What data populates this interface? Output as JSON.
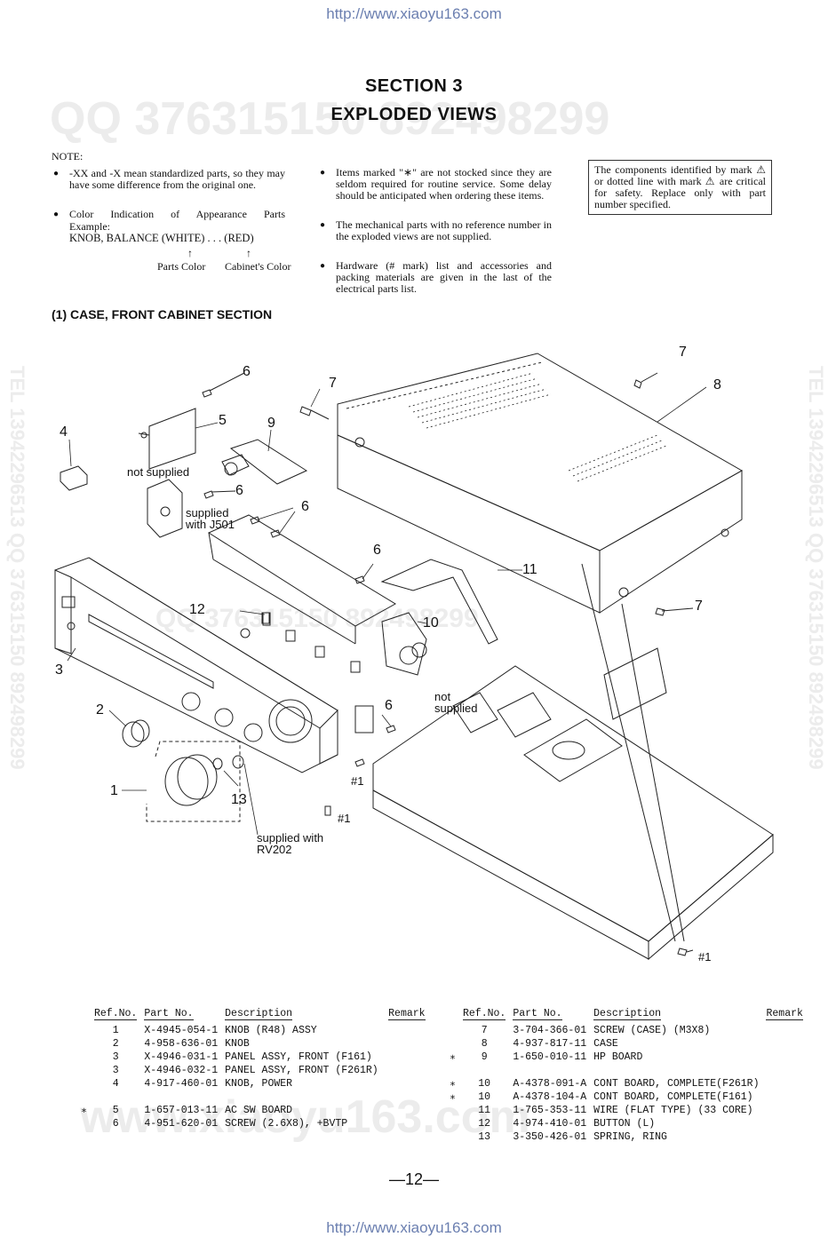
{
  "header_url": "http://www.xiaoyu163.com",
  "footer_url": "http://www.xiaoyu163.com",
  "watermarks": {
    "qq_top": "QQ 376315150  892498299",
    "qq_mid": "QQ 376315150  892498299",
    "tel_side": "TEL 13942296513  QQ 376315150  892498299",
    "bottom": "www.xiaoyu163.com"
  },
  "section": {
    "line1": "SECTION  3",
    "line2": "EXPLODED  VIEWS"
  },
  "notes": {
    "label": "NOTE:",
    "left": [
      "-XX and -X mean standardized parts, so they may have some difference from the original one.",
      "Color Indication of Appearance Parts"
    ],
    "example_label": "Example:",
    "example_line": "KNOB, BALANCE (WHITE) . . . (RED)",
    "arrow1": "↑",
    "arrow2": "↑",
    "parts_color": "Parts Color",
    "cabinet_color": "Cabinet's Color",
    "middle": [
      "Items marked \"∗\" are not stocked since they are seldom required for routine service. Some delay should be anticipated when ordering these items.",
      "The mechanical parts with no reference number in the exploded views are not supplied.",
      "Hardware (# mark) list and accessories and packing materials are given in the last of the electrical parts list."
    ],
    "safety": "The components identified by mark ⚠ or dotted line with mark ⚠ are critical for safety. Replace only with part number specified."
  },
  "subsection": "(1)  CASE, FRONT CABINET SECTION",
  "diagram": {
    "callouts": [
      "6",
      "5",
      "9",
      "4",
      "7",
      "8",
      "6",
      "6",
      "12",
      "10",
      "11",
      "6",
      "3",
      "2",
      "1",
      "13",
      "7",
      "6",
      "7"
    ],
    "labels": {
      "not_supplied_1": "not supplied",
      "supplied_j501_a": "supplied",
      "supplied_j501_b": "with J501",
      "not_supplied_2a": "not",
      "not_supplied_2b": "supplied",
      "supplied_rv202_a": "supplied with",
      "supplied_rv202_b": "RV202",
      "hw1": "#1",
      "hw2": "#1",
      "hw3": "#1"
    }
  },
  "table": {
    "headers": {
      "ref": "Ref.No.",
      "part": "Part No.",
      "desc": "Description",
      "remark": "Remark"
    },
    "left": [
      {
        "mark": "",
        "ref": "1",
        "part": "X-4945-054-1",
        "desc": "KNOB (R48) ASSY"
      },
      {
        "mark": "",
        "ref": "2",
        "part": "4-958-636-01",
        "desc": "KNOB"
      },
      {
        "mark": "",
        "ref": "3",
        "part": "X-4946-031-1",
        "desc": "PANEL ASSY,  FRONT (F161)"
      },
      {
        "mark": "",
        "ref": "3",
        "part": "X-4946-032-1",
        "desc": "PANEL ASSY,  FRONT (F261R)"
      },
      {
        "mark": "",
        "ref": "4",
        "part": "4-917-460-01",
        "desc": "KNOB,  POWER"
      },
      {
        "mark": "",
        "ref": "",
        "part": "",
        "desc": ""
      },
      {
        "mark": "∗",
        "ref": "5",
        "part": "1-657-013-11",
        "desc": "AC SW BOARD"
      },
      {
        "mark": "",
        "ref": "6",
        "part": "4-951-620-01",
        "desc": "SCREW (2.6X8),  +BVTP"
      }
    ],
    "right": [
      {
        "mark": "",
        "ref": "7",
        "part": "3-704-366-01",
        "desc": "SCREW (CASE)  (M3X8)"
      },
      {
        "mark": "",
        "ref": "8",
        "part": "4-937-817-11",
        "desc": "CASE"
      },
      {
        "mark": "∗",
        "ref": "9",
        "part": "1-650-010-11",
        "desc": "HP BOARD"
      },
      {
        "mark": "",
        "ref": "",
        "part": "",
        "desc": ""
      },
      {
        "mark": "∗",
        "ref": "10",
        "part": "A-4378-091-A",
        "desc": "CONT BOARD,  COMPLETE(F261R)"
      },
      {
        "mark": "∗",
        "ref": "10",
        "part": "A-4378-104-A",
        "desc": "CONT BOARD,  COMPLETE(F161)"
      },
      {
        "mark": "",
        "ref": "11",
        "part": "1-765-353-11",
        "desc": "WIRE (FLAT TYPE) (33 CORE)"
      },
      {
        "mark": "",
        "ref": "12",
        "part": "4-974-410-01",
        "desc": "BUTTON (L)"
      },
      {
        "mark": "",
        "ref": "13",
        "part": "3-350-426-01",
        "desc": "SPRING,  RING"
      }
    ]
  },
  "page_number": "—12—"
}
